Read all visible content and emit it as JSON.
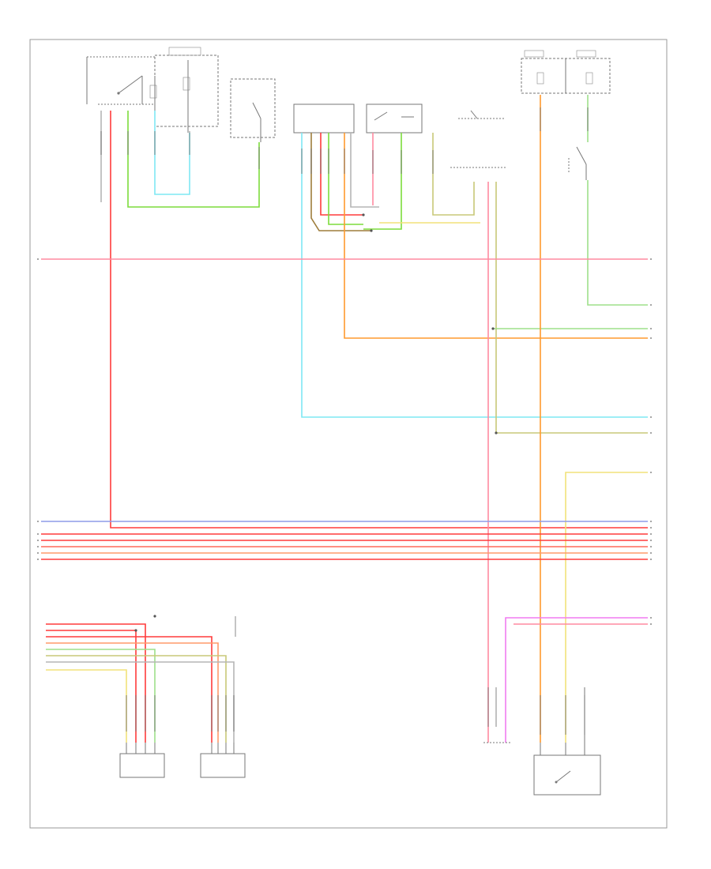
{
  "diagram": {
    "image_code": "",
    "colors": {
      "red": "#ff3b3b",
      "pink": "#ff8aa0",
      "orange": "#ff9a2e",
      "green": "#7ddc3c",
      "light_green": "#9ee08a",
      "cyan": "#7fe8f4",
      "blue": "#8e9be8",
      "yellow": "#f2e27a",
      "magenta": "#f07cf0",
      "olive": "#c8c878",
      "gray": "#b5b5b5",
      "frame": "#999999"
    },
    "components": [
      {
        "id": "ignition-switch"
      },
      {
        "id": "fuse-panel-left"
      },
      {
        "id": "fuse-panel-right"
      },
      {
        "id": "brake-switch"
      },
      {
        "id": "powertrain-module"
      },
      {
        "id": "fuel-pump"
      },
      {
        "id": "inertia-switch"
      },
      {
        "id": "output-speed-sensor"
      },
      {
        "id": "input-speed-sensor"
      },
      {
        "id": "park-neutral-switch"
      },
      {
        "id": "transmission-range-sensor"
      }
    ]
  }
}
